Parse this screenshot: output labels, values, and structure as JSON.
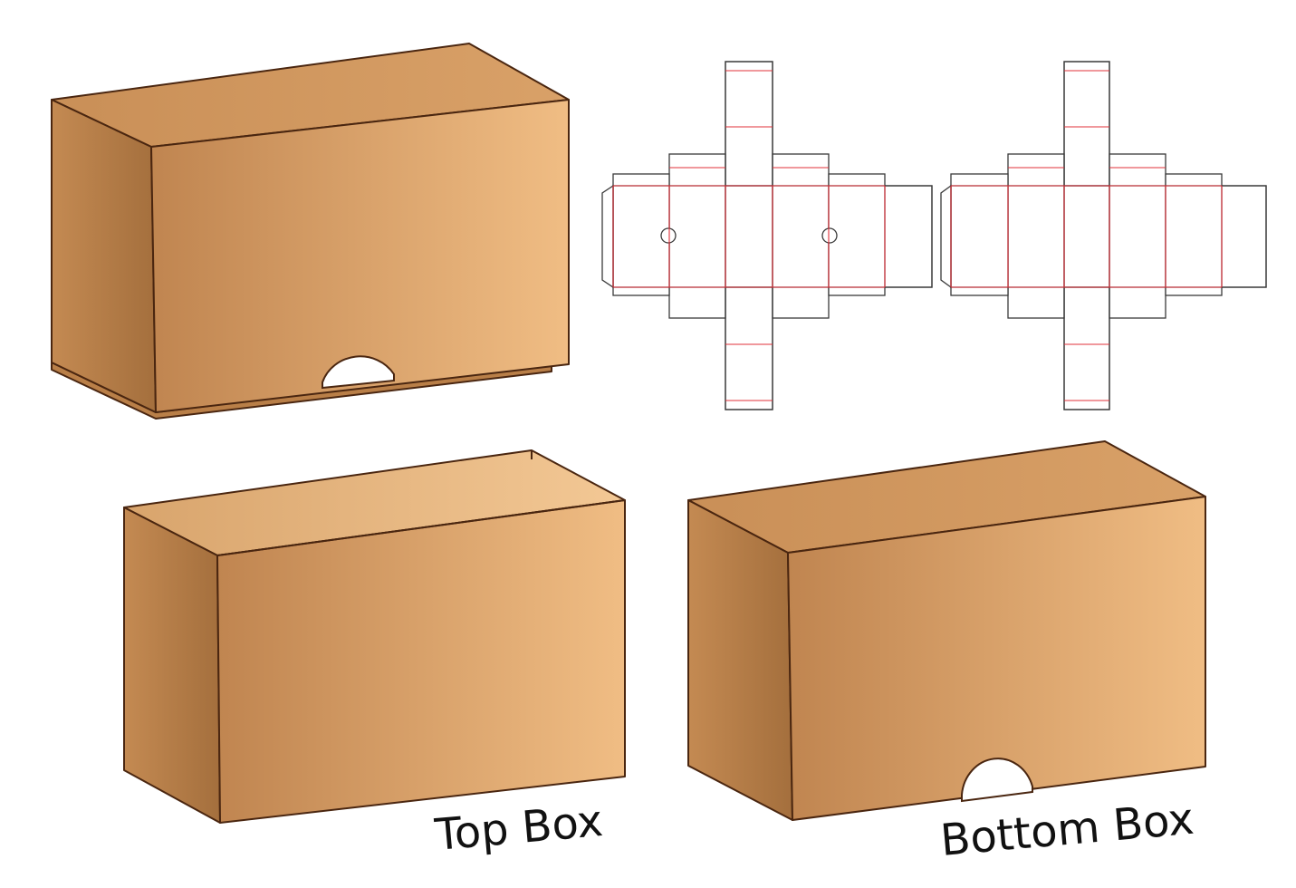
{
  "labels": {
    "top_box": "Top Box",
    "bottom_box": "Bottom Box"
  },
  "colors": {
    "kraft_dark": "#a7723f",
    "kraft_mid": "#c98f57",
    "kraft_light": "#f0bd84",
    "outline": "#4a2610",
    "cut_line": "#3a3a3a",
    "fold_line": "#e0303a",
    "background": "#ffffff"
  },
  "illustrations": [
    "closed-box-with-thumb-notch",
    "die-line-template-top-box",
    "die-line-template-bottom-box",
    "open-top-box",
    "bottom-box-with-thumb-notch"
  ]
}
